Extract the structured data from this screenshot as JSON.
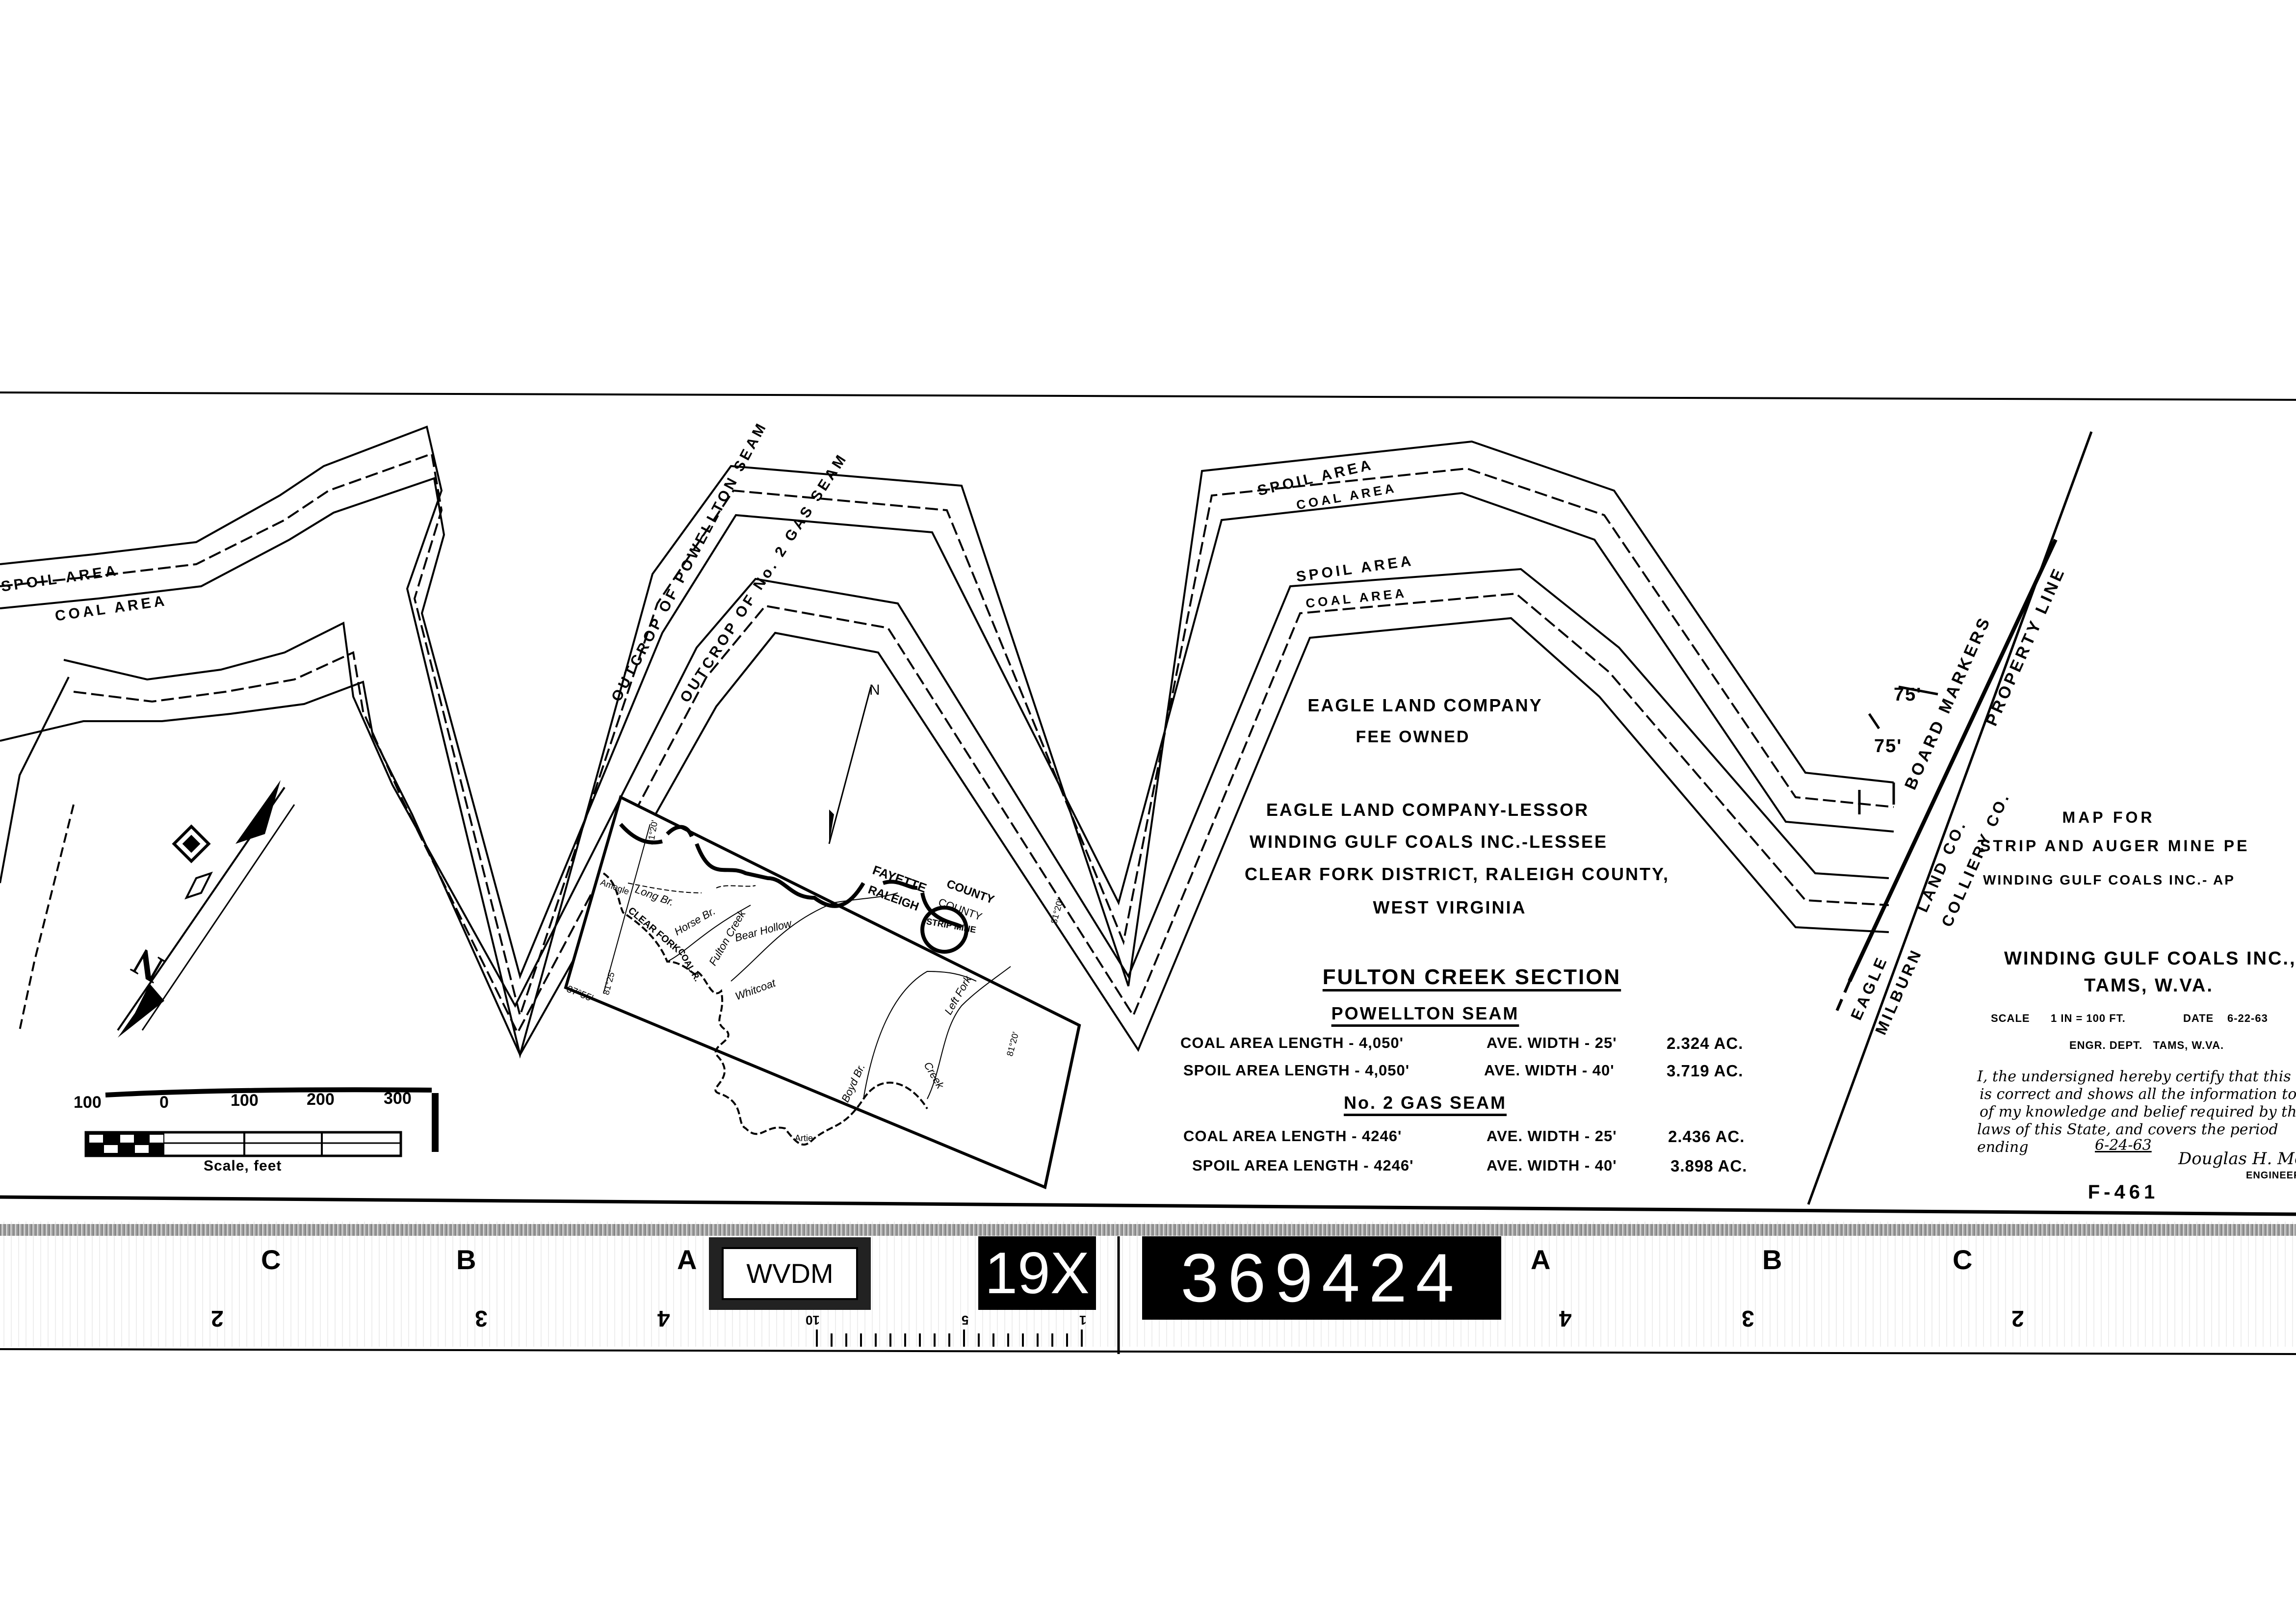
{
  "map_labels": {
    "spoil_area": "SPOIL AREA",
    "coal_area": "COAL AREA",
    "outcrop_powellton": "OUTCROP OF POWELLTON SEAM",
    "outcrop_no2_gas": "OUTCROP OF No. 2 GAS SEAM",
    "board_markers": "BOARD MARKERS",
    "property_line": "PROPERTY LINE",
    "offset_1": "75'",
    "offset_2": "75'",
    "land_co": "LAND CO.",
    "colliery_co": "COLLIERY CO.",
    "eagle": "EAGLE",
    "milburn": "MILBURN"
  },
  "ownership": {
    "line1": "EAGLE LAND COMPANY",
    "line2": "FEE OWNED",
    "lessor": "EAGLE LAND COMPANY-LESSOR",
    "lessee": "WINDING GULF COALS INC.-LESSEE",
    "district": "CLEAR FORK DISTRICT, RALEIGH COUNTY,",
    "state": "WEST VIRGINIA"
  },
  "section": {
    "title": "FULTON CREEK SECTION",
    "seams": [
      {
        "name": "POWELLTON SEAM",
        "rows": [
          {
            "label": "COAL AREA LENGTH - 4,050'",
            "width": "AVE. WIDTH - 25'",
            "acres": "2.324 Ac."
          },
          {
            "label": "SPOIL AREA LENGTH - 4,050'",
            "width": "AVE. WIDTH - 40'",
            "acres": "3.719 Ac."
          }
        ]
      },
      {
        "name": "No. 2 GAS SEAM",
        "rows": [
          {
            "label": "COAL AREA LENGTH - 4246'",
            "width": "AVE. WIDTH - 25'",
            "acres": "2.436 Ac."
          },
          {
            "label": "SPOIL AREA LENGTH - 4246'",
            "width": "AVE. WIDTH - 40'",
            "acres": "3.898 Ac."
          }
        ]
      }
    ]
  },
  "title_block": {
    "map_for": "MAP FOR",
    "purpose": "STRIP AND AUGER MINE PE",
    "applicant": "WINDING GULF COALS INC.- AP",
    "company": "WINDING GULF COALS INC.,",
    "location": "TAMS, W.VA.",
    "scale_label": "SCALE",
    "scale_value": "1 IN = 100 FT.",
    "date_label": "DATE",
    "date_value": "6-22-63",
    "dept": "ENGR. DEPT.   TAMS, W.VA.",
    "certification": [
      "I, the undersigned hereby certify that this map",
      "is correct and shows all the information to the",
      "of my knowledge and belief required by the",
      "laws of this State, and covers the period",
      "ending"
    ],
    "period_ending": "6-24-63",
    "signature": "Douglas H. Mc",
    "engineer": "ENGINEER",
    "drawing_no": "F-461"
  },
  "inset": {
    "fayette": "FAYETTE",
    "raleigh": "RALEIGH",
    "county_1": "COUNTY",
    "county_2": "COUNTY",
    "strip_mine": "STRIP MINE",
    "long_br": "Long Br.",
    "amegle": "Amegle",
    "clear_fork": "CLEAR FORK",
    "coal_river": "COAL R.",
    "horse_br": "Horse Br.",
    "fulton_creek": "Fulton Creek",
    "bear_hollow": "Bear Hollow",
    "left_fork": "Left Fork",
    "whitcoat": "Whitcoat",
    "creek": "Creek",
    "boyd_br": "Boyd Br.",
    "artie": "Artie",
    "lon_81_20_a": "81°20'",
    "lon_81_20_b": "81°20'",
    "lon_81_20_c": "81°20'",
    "lon_81_25": "81°25'",
    "lat_37_55": "37°55'",
    "north": "N"
  },
  "scale_bar": {
    "ticks": [
      "100",
      "0",
      "100",
      "200",
      "300"
    ],
    "caption": "Scale, feet"
  },
  "film_strip": {
    "letters_left": [
      "C",
      "B",
      "A"
    ],
    "letters_right": [
      "A",
      "B",
      "C"
    ],
    "numbers_left": [
      "2",
      "3",
      "4"
    ],
    "ruler_numbers": [
      "10",
      "5",
      "1"
    ],
    "numbers_right": [
      "4",
      "3",
      "2"
    ],
    "archive_code": "WVDM",
    "roll": "19X",
    "frame": "369424"
  },
  "colors": {
    "ink": "#000000",
    "paper": "#ffffff"
  }
}
